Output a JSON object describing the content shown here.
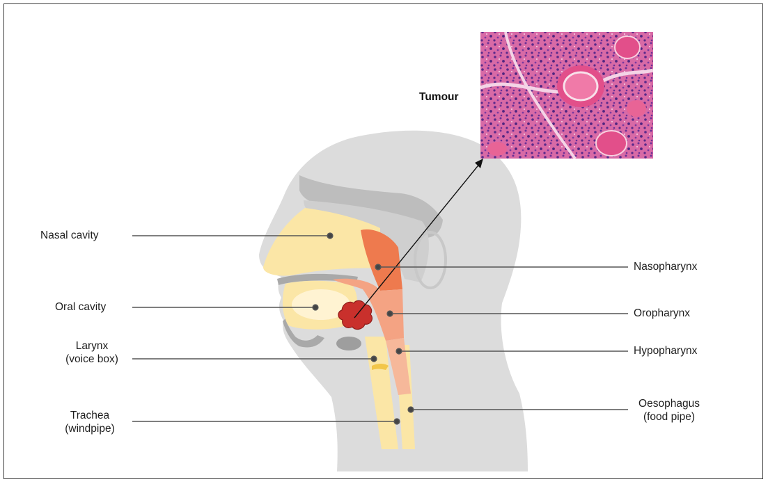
{
  "figure": {
    "tumour_label": "Tumour",
    "micrograph_icon": "histology-micrograph",
    "labels": {
      "nasal_cavity": "Nasal cavity",
      "oral_cavity": "Oral cavity",
      "larynx_line1": "Larynx",
      "larynx_line2": "(voice box)",
      "trachea_line1": "Trachea",
      "trachea_line2": "(windpipe)",
      "nasopharynx": "Nasopharynx",
      "oropharynx": "Oropharynx",
      "hypopharynx": "Hypopharynx",
      "oesophagus_line1": "Oesophagus",
      "oesophagus_line2": "(food pipe)"
    }
  },
  "colors": {
    "head": "#dcdcdc",
    "airway": "#fbe6a6",
    "nasopharynx": "#ee7a4e",
    "oropharynx": "#f4a383",
    "hypopharynx": "#f6b89a",
    "tumour": "#c9302c",
    "bone": "#b9b9b9",
    "leader_line": "#555555"
  }
}
